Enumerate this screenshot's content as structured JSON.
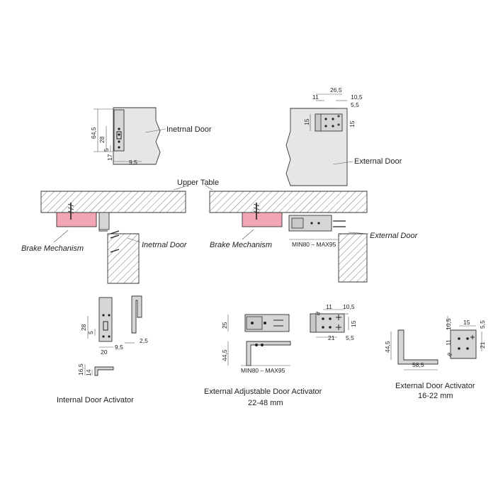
{
  "labels": {
    "internal_door_top": "Inetrnal Door",
    "external_door_top": "External Door",
    "upper_table": "Upper Table",
    "brake_left": "Brake Mechanism",
    "internal_door_section": "Inetrnal Door",
    "brake_right": "Brake Mechanism",
    "external_door_section": "External Door",
    "min_max_top": "MIN80 – MAX95",
    "min_max_bottom": "MIN80 – MAX95",
    "internal_activator": "Internal Door Activator",
    "external_adjustable_activator": "External Adjustable Door Activator",
    "external_adjustable_range": "22-48 mm",
    "external_activator": "External Door Activator",
    "external_activator_range": "16-22 mm"
  },
  "dims": {
    "top_left": {
      "d64_5": "64,5",
      "d28": "28",
      "d5": "5",
      "d9_5": "9,5",
      "d17": "17"
    },
    "top_right": {
      "d26_5": "26,5",
      "d11": "11",
      "d10_5": "10,5",
      "d5_5": "5,5",
      "d15a": "15",
      "d15b": "15"
    },
    "internal_activator": {
      "d28": "28",
      "d5": "5",
      "d20": "20",
      "d9_5": "9,5",
      "d2_5": "2,5",
      "d16_5": "16,5",
      "d14": "14"
    },
    "adjustable_activator": {
      "d25": "25",
      "d44_5": "44,5"
    },
    "adjustable_plate": {
      "d11": "11",
      "d10_5": "10,5",
      "d15": "15",
      "d21": "21",
      "d5_5": "5,5",
      "d8": "8"
    },
    "external_activator": {
      "d44_5": "44,5",
      "d58_5": "58,5",
      "d10_5": "10,5",
      "d15": "15",
      "d5_5": "5,5",
      "d11": "11",
      "d21": "21",
      "d8": "8"
    }
  },
  "colors": {
    "brake": "#f2a5b4",
    "panel": "#e6e6e6",
    "line": "#333333"
  }
}
